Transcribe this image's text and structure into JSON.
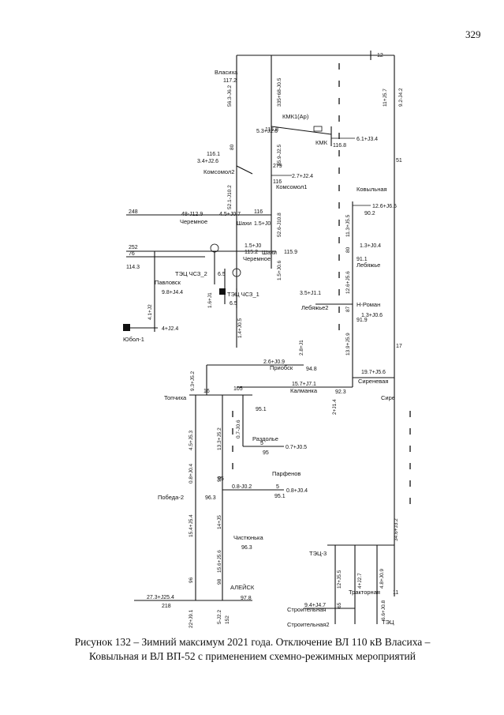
{
  "page_number": "329",
  "caption": {
    "line1": "Рисунок 132 – Зимний максимум 2021 года. Отключение ВЛ 110 кВ Власиха –",
    "line2": "Ковыльная и ВЛ ВП-52 с применением схемно-режимных мероприятий"
  },
  "stations": {
    "vlasikha": "Власиха",
    "kmk1": "КМК1(Ар)",
    "kmk": "КМК",
    "komsomol2": "Комсомол2",
    "komsomol1": "Комсомол1",
    "kovylnaya": "Ковыльная",
    "cheremnoe_top": "Черемное",
    "shakhi_top": "Шахи",
    "shakhi": "Шахи",
    "cheremnoe": "Черемное",
    "tets_chs3_2": "ТЭЦ ЧСЗ_2",
    "tets_chs3_1": "ТЭЦ ЧСЗ_1",
    "pavlovsk": "Павловск",
    "yubol": "Юбол-1",
    "lebyazhe": "Лебяжье",
    "lebyazhe2": "Лебяжье2",
    "n_roman": "Н-Роман",
    "priobsk": "Приобск",
    "kalmanka": "Калманка",
    "sirenevaya": "Сиреневая",
    "sire": "Сире",
    "topchikha": "Топчиха",
    "razdolye": "Раздолье",
    "parfenov": "Парфенов",
    "pobeda": "Победа-2",
    "chistyunka": "Чистюнька",
    "aleysk": "АЛЕЙСК",
    "tets3": "ТЭЦ-3",
    "traktornaya": "Тракторная",
    "stroitelnaya": "Строительная",
    "stroitelnaya2": "Строительная2",
    "tets": "ТЭЦ"
  },
  "voltages": {
    "vlasikha": "117.2",
    "kmk": "116.8",
    "kmk_b": "116.8",
    "komsomol2": "116.1",
    "komsomol1": "116",
    "n279": "279",
    "shakhi_top": "116",
    "kovylnaya": "90.2",
    "shakhi": "115.2",
    "cheremnoe": "115.9",
    "tets_chs3_2": "6.5",
    "tets_chs3_1": "6.5",
    "pavlovsk": "114.3",
    "lebyazhe": "91.1",
    "n_roman": "91.9",
    "priobsk": "94.8",
    "kalmanka": "92.3",
    "topchikha_b": "95.1",
    "razdolye": "95",
    "parfenov": "95.1",
    "pobeda": "96.3",
    "chistyunka": "96.3",
    "aleysk": "97.8",
    "n218": "218"
  },
  "loads": {
    "kmk": "6.1+J3.4",
    "kmk_top": "5.3+J2.6",
    "komsomol2": "3.4+J2.6",
    "komsomol1": "2.7+J2.4",
    "cheremnoe_top": "48-J12.9",
    "shakhi_top": "4.5+J0.7",
    "shakhi_top2": "1.5+J0",
    "kovylnaya": "12.6+J6.5",
    "shakhi": "1.5+J0",
    "lebyazhe": "1.3+J0.4",
    "pavlovsk": "9.8+J4.4",
    "yubol": "4+J2.4",
    "lebyazhe2": "3.5+J1.1",
    "n_roman": "1.3+J0.6",
    "priobsk": "2.6+J0.9",
    "priobsk_v": "2.8+J1",
    "kalmanka": "15.7+J7.1",
    "sirenevaya": "19.7+J5.6",
    "razdolye": "0.7+J0.5",
    "parfenov_flow": "0.8-J0.2",
    "parfenov": "0.8+J0.4",
    "aleysk": "27.3+J25.4",
    "stroitelnaya": "9.4+J4.7"
  },
  "line_flows": {
    "f1": "56.3-J6.2",
    "f2": "335+68-J0.5",
    "f3": "55.9-J2.5",
    "f4": "52.1-J10.2",
    "f5": "52.6-J10.8",
    "f6": "11.3+J5.5",
    "f7": "1.5+J0.6",
    "f8": "12.6+J5.6",
    "f9": "13.9+J5.9",
    "f10": "11+J5.7",
    "f11": "9.2-J4.2",
    "f12": "1.4+J0.5",
    "f13": "1.6+J1",
    "f14": "4.1+J2",
    "f15": "9.3+J5.2",
    "f16": "4.5+J5.3",
    "f17": "13.3+J5.2",
    "f18": "0.7-J0.6",
    "f19": "0.8+J0.4",
    "f20": "15.4+J5.4",
    "f21": "14+J5",
    "f22": "15.6+J5.6",
    "f23": "22+J9.1",
    "f24": "5-J2.2",
    "f25": "34.6+J3.2",
    "f26": "12+J5.5",
    "f27": "4+J2.7",
    "f28": "4.8+J0.9",
    "f29": "2+J1.4",
    "f30": "6.6+J0.8"
  },
  "misc": {
    "n248": "248",
    "n252": "252",
    "n76": "76",
    "n16": "16",
    "n105": "105",
    "n80": "80",
    "n87": "87",
    "n95": "95",
    "n96a": "96",
    "n96b": "96",
    "n98": "98",
    "n51": "51",
    "n17": "17",
    "n11": "11",
    "n152": "152",
    "n5a": "5",
    "n5b": "5",
    "n65": "65",
    "n12": "12"
  }
}
